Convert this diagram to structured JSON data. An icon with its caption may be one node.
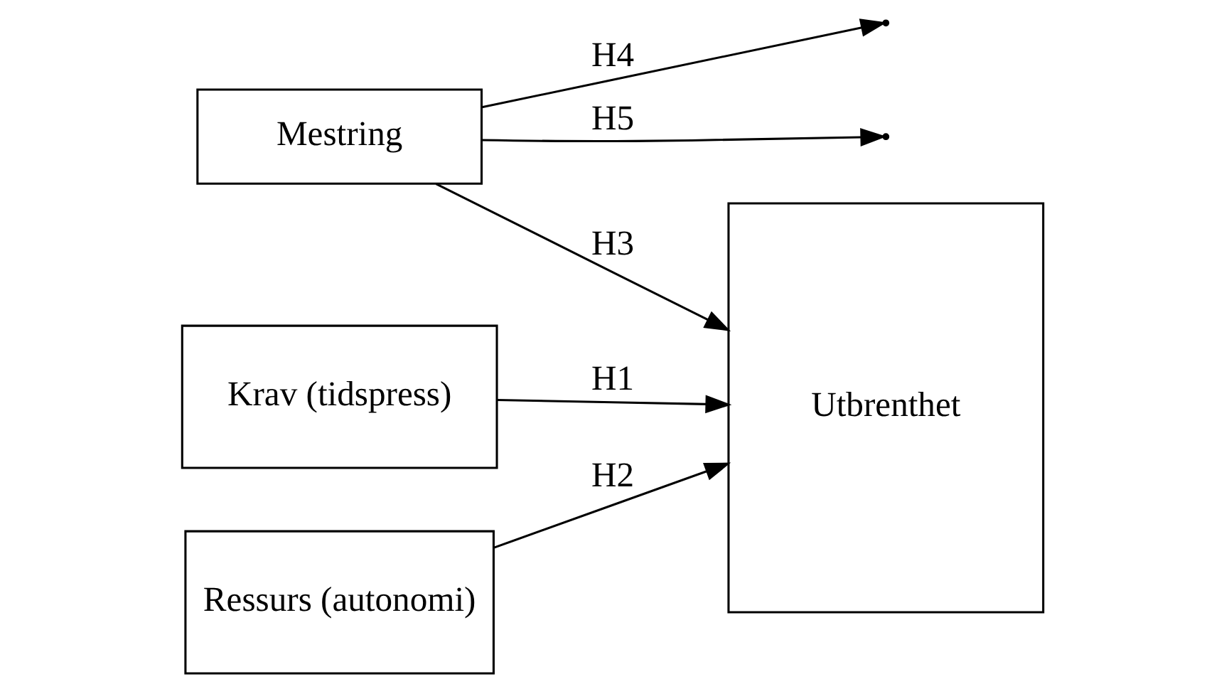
{
  "diagram": {
    "nodes": [
      {
        "text": [
          "Krav (tidspress)"
        ]
      },
      {
        "text": [
          "Mestring"
        ]
      },
      {
        "text": [
          "Ressurs (autonomi)"
        ]
      },
      {
        "text": [
          "Utbrenthet"
        ]
      }
    ],
    "edges": [
      {
        "from": 0,
        "to": 3,
        "arrow": "to",
        "label": "H1"
      },
      {
        "from": 1,
        "to": 3,
        "arrow": "to",
        "label": "H3"
      },
      {
        "from": 2,
        "to": 3,
        "arrow": "to",
        "label": "H2"
      },
      {
        "from": 1,
        "to": null,
        "arrow": "to",
        "label": "H4"
      },
      {
        "from": 1,
        "to": null,
        "arrow": "to",
        "label": "H5"
      }
    ]
  }
}
